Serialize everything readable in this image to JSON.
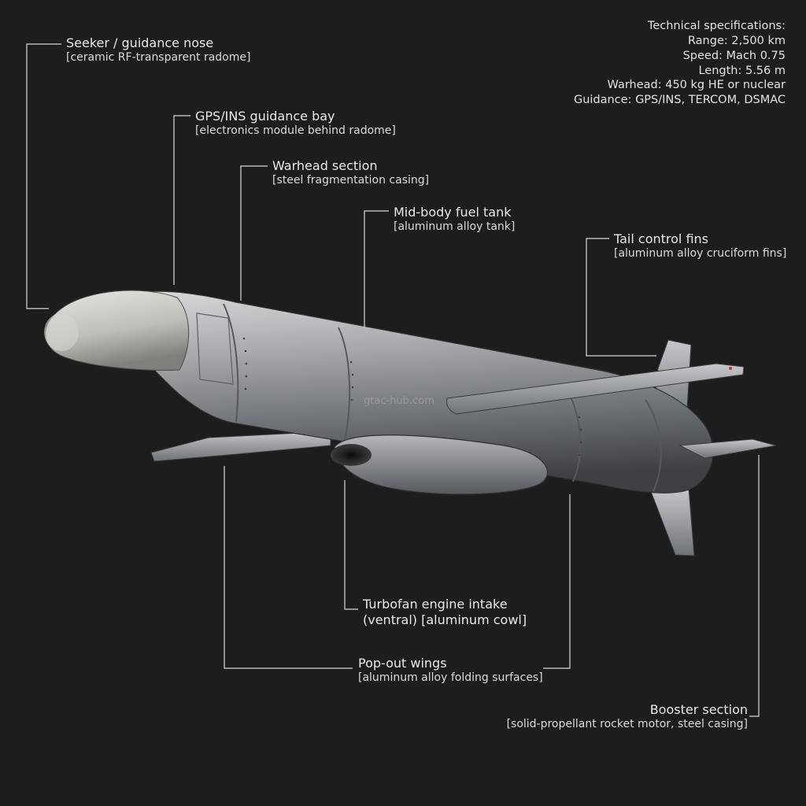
{
  "specs": {
    "heading": "Technical specifications:",
    "lines": [
      "Range: 2,500 km",
      "Speed: Mach 0.75",
      "Length: 5.56 m",
      "Warhead: 450 kg HE or nuclear",
      "Guidance: GPS/INS, TERCOM, DSMAC"
    ]
  },
  "callouts": {
    "seeker": {
      "title": "Seeker / guidance nose",
      "sub": "[ceramic RF-transparent radome]"
    },
    "gps": {
      "title": "GPS/INS guidance bay",
      "sub": "[electronics module behind radome]"
    },
    "warhead": {
      "title": "Warhead section",
      "sub": "[steel fragmentation casing]"
    },
    "fuel": {
      "title": "Mid-body fuel tank",
      "sub": "[aluminum alloy tank]"
    },
    "tail": {
      "title": "Tail control fins",
      "sub": "[aluminum alloy cruciform fins]"
    },
    "intake": {
      "title": "Turbofan engine intake",
      "sub": "(ventral) [aluminum cowl]"
    },
    "wings": {
      "title": "Pop-out wings",
      "sub": "[aluminum alloy folding surfaces]"
    },
    "booster": {
      "title": "Booster section",
      "sub": "[solid-propellant rocket motor, steel casing]"
    }
  },
  "watermark": "gtac-hub.com",
  "colors": {
    "background": "#1d1d1d",
    "metal": "#8f9296",
    "radome": "#c9cbc6",
    "leader_line": "#d8d8d8"
  }
}
